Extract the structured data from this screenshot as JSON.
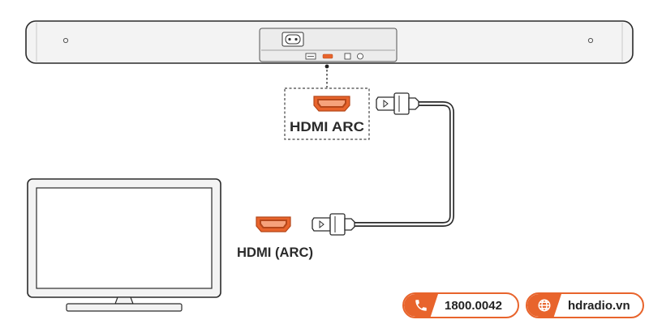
{
  "labels": {
    "soundbar_port": "HDMI ARC",
    "tv_port": "HDMI (ARC)"
  },
  "contact": {
    "phone": "1800.0042",
    "website": "hdradio.vn"
  },
  "icons": [
    "phone-icon",
    "globe-icon",
    "hdmi-port-icon",
    "hdmi-plug-icon",
    "power-socket-icon"
  ],
  "colors": {
    "accent": "#e8642c",
    "outline": "#2b2b2b",
    "panel": "#f3f3f3"
  }
}
